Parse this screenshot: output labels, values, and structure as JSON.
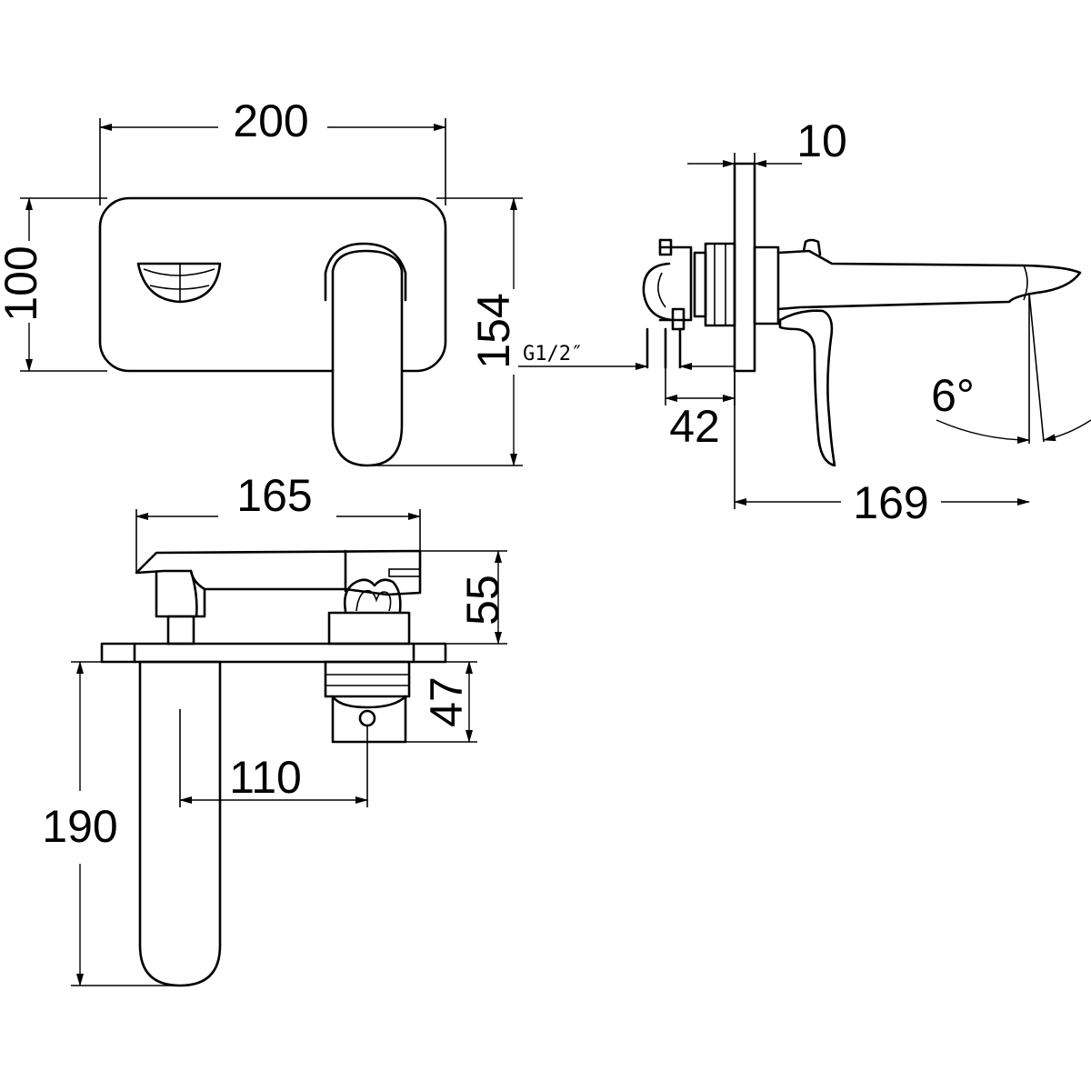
{
  "dimensions": {
    "plate_width": "200",
    "plate_height": "100",
    "total_height": "154",
    "plate_thickness": "10",
    "thread": "G1/2″",
    "body_depth": "42",
    "spout_angle": "6°",
    "spout_projection": "169",
    "top_length": "165",
    "top_height": "55",
    "body_height": "47",
    "outlet_offset": "110",
    "handle_length": "190"
  },
  "colors": {
    "line": "#000000",
    "background": "#ffffff"
  }
}
